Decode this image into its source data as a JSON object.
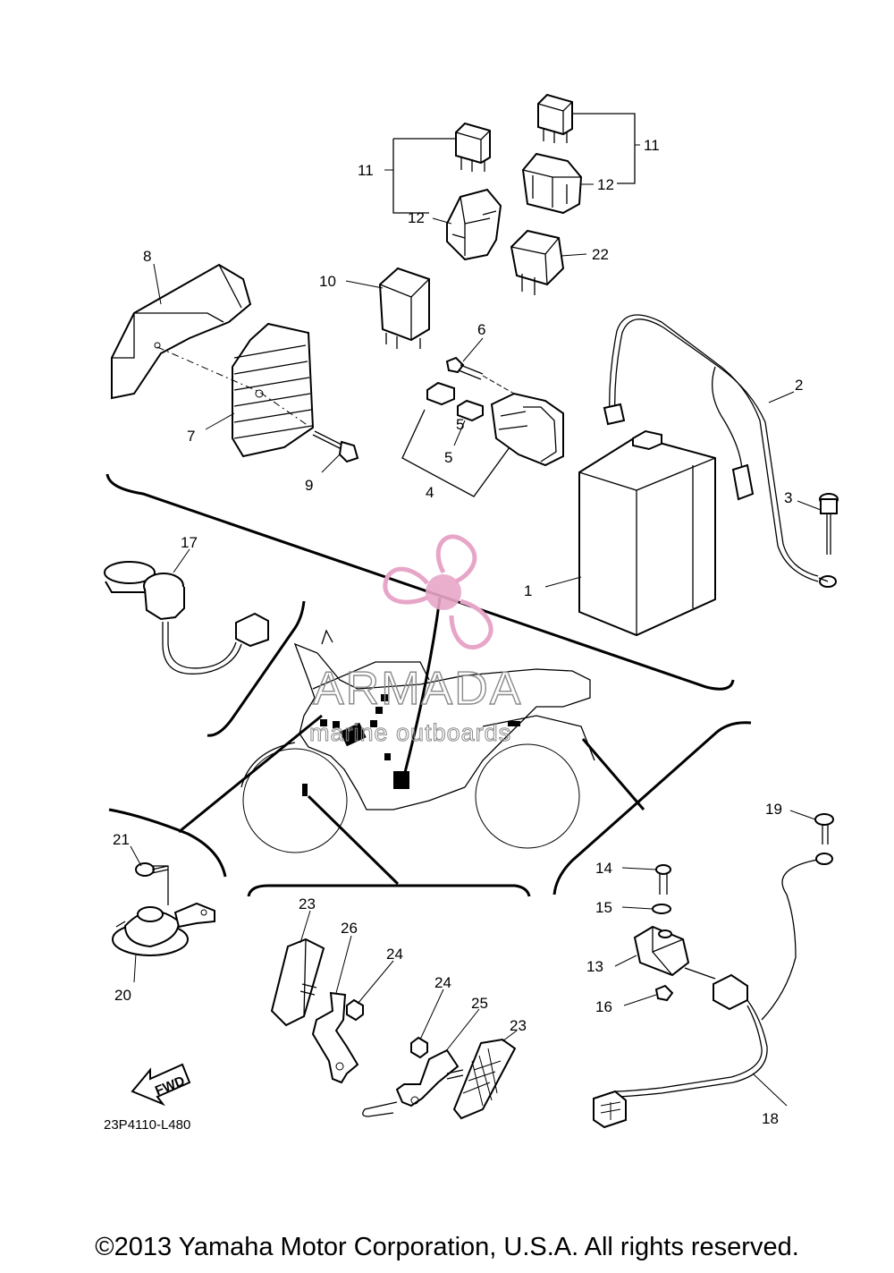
{
  "diagram": {
    "callouts": [
      {
        "id": "c1",
        "text": "1"
      },
      {
        "id": "c2",
        "text": "2"
      },
      {
        "id": "c3",
        "text": "3"
      },
      {
        "id": "c4",
        "text": "4"
      },
      {
        "id": "c5a",
        "text": "5"
      },
      {
        "id": "c5b",
        "text": "5"
      },
      {
        "id": "c6",
        "text": "6"
      },
      {
        "id": "c7",
        "text": "7"
      },
      {
        "id": "c8",
        "text": "8"
      },
      {
        "id": "c9",
        "text": "9"
      },
      {
        "id": "c10",
        "text": "10"
      },
      {
        "id": "c11a",
        "text": "11"
      },
      {
        "id": "c11b",
        "text": "11"
      },
      {
        "id": "c12a",
        "text": "12"
      },
      {
        "id": "c12b",
        "text": "12"
      },
      {
        "id": "c13",
        "text": "13"
      },
      {
        "id": "c14",
        "text": "14"
      },
      {
        "id": "c15",
        "text": "15"
      },
      {
        "id": "c16",
        "text": "16"
      },
      {
        "id": "c17",
        "text": "17"
      },
      {
        "id": "c18",
        "text": "18"
      },
      {
        "id": "c19",
        "text": "19"
      },
      {
        "id": "c20",
        "text": "20"
      },
      {
        "id": "c21",
        "text": "21"
      },
      {
        "id": "c22",
        "text": "22"
      },
      {
        "id": "c23a",
        "text": "23"
      },
      {
        "id": "c23b",
        "text": "23"
      },
      {
        "id": "c24a",
        "text": "24"
      },
      {
        "id": "c24b",
        "text": "24"
      },
      {
        "id": "c25",
        "text": "25"
      },
      {
        "id": "c26",
        "text": "26"
      }
    ],
    "fwd_label": "FWD",
    "drawing_number": "23P4110-L480"
  },
  "watermark": {
    "title": "ARMADA",
    "subtitle": "marine outboards",
    "logo_color": "#e7a6c8"
  },
  "footer": {
    "copyright": "©2013 Yamaha Motor Corporation, U.S.A. All rights reserved."
  }
}
